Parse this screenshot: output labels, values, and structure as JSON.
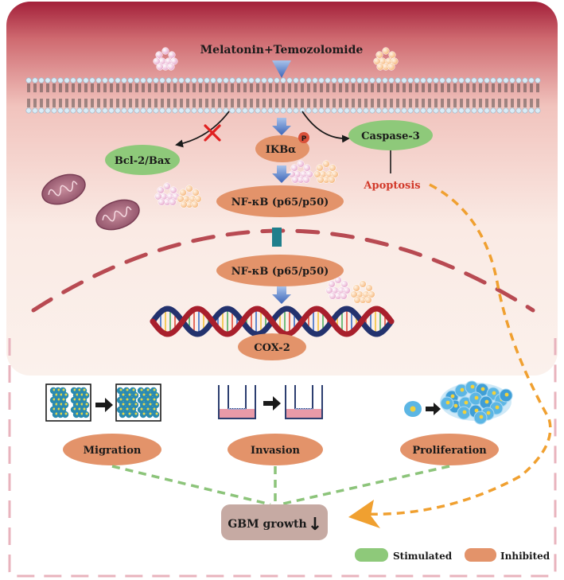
{
  "drug": "Melatonin+Temozolomide",
  "nodes": {
    "ikba": "IKBα",
    "phospho": "P",
    "bcl2bax": "Bcl-2/Bax",
    "caspase3": "Caspase-3",
    "apoptosis": "Apoptosis",
    "nfkb_cyto": "NF-κB (p65/p50)",
    "nfkb_nuc": "NF-κB (p65/p50)",
    "cox2": "COX-2"
  },
  "outcomes": {
    "migration": "Migration",
    "invasion": "Invasion",
    "proliferation": "Proliferation",
    "gbm": "GBM growth",
    "gbm_arrow": "↓"
  },
  "legend": {
    "stimulated": "Stimulated",
    "inhibited": "Inhibited"
  },
  "colors": {
    "stimulated": "#8ec97a",
    "inhibited": "#e3936a",
    "cell_top": "#a8283a",
    "nucleus_dash": "#b84a52",
    "frame_dash": "#e8b3bd",
    "orange_dash": "#f0a030",
    "green_dash": "#8cc47a",
    "arrow_blue": "#4a73c4",
    "block_teal": "#1f7f8c",
    "apoptosis_text": "#d23a2a"
  }
}
